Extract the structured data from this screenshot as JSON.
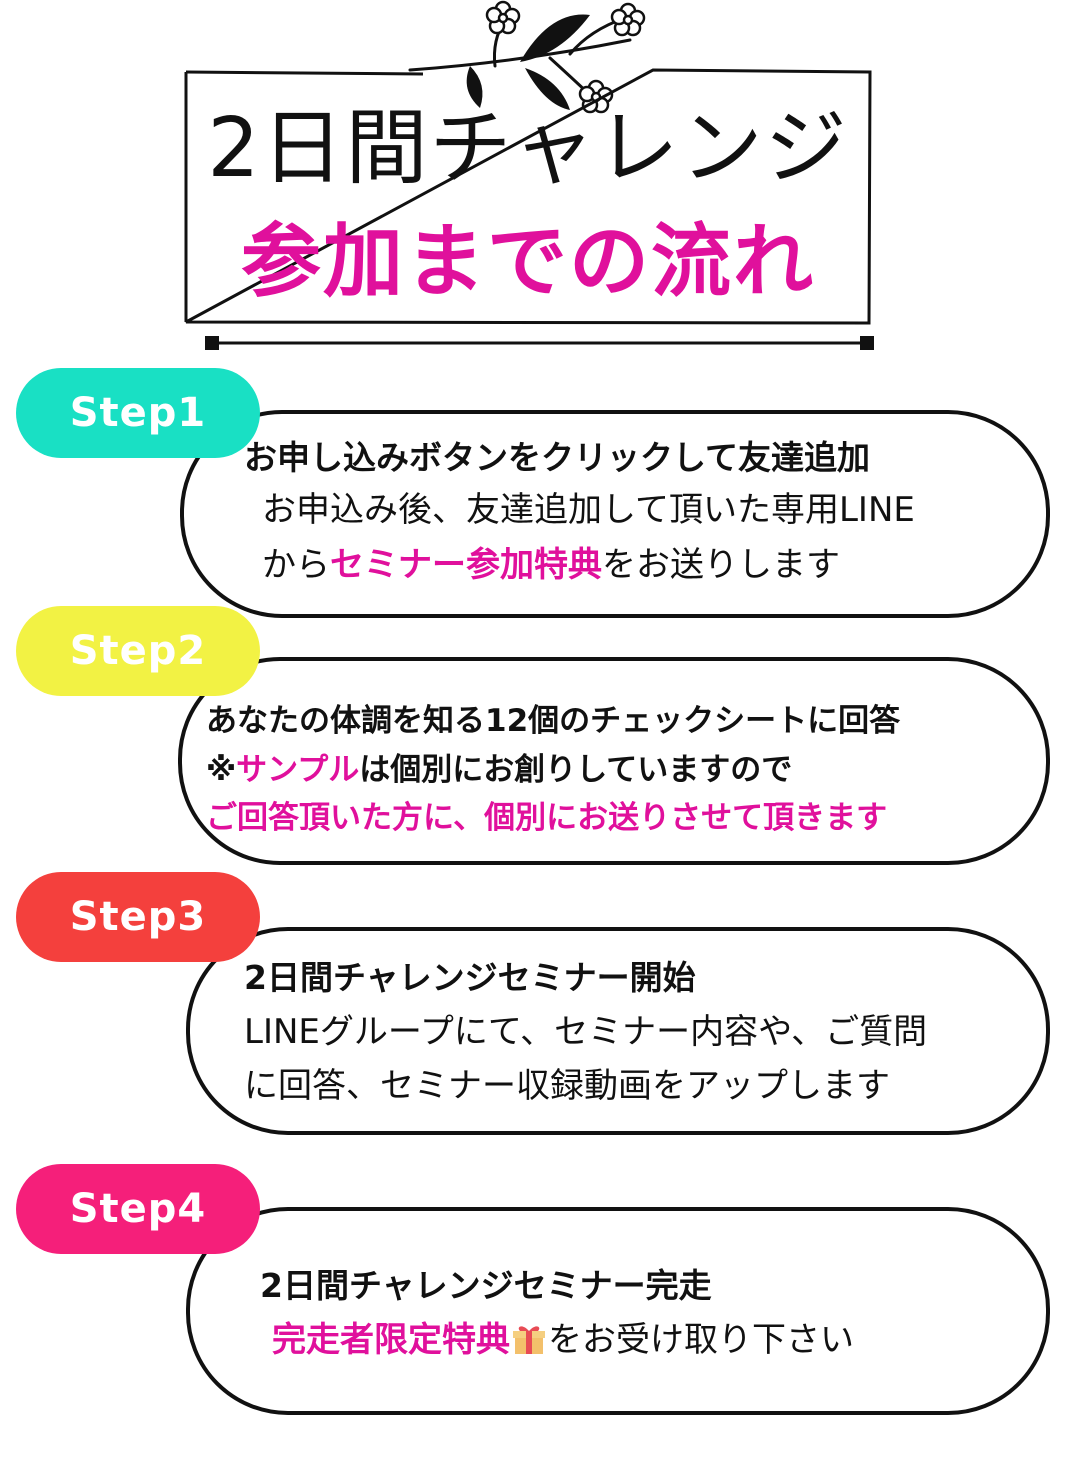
{
  "title": {
    "line1": "2日間チャレンジ",
    "line2": "参加までの流れ"
  },
  "colors": {
    "pink": "#e0109c",
    "step1": "#19e0c4",
    "step2": "#f2f244",
    "step3": "#f4403d",
    "step4": "#f51f7a"
  },
  "steps": [
    {
      "label": "Step1",
      "heading": "お申し込みボタンをクリックして友達追加",
      "line1": "お申込み後、友達追加して頂いた専用LINE",
      "line2_pre": "から",
      "line2_highlight": "セミナー参加特典",
      "line2_post": "をお送りします"
    },
    {
      "label": "Step2",
      "heading": "あなたの体調を知る12個のチェックシートに回答",
      "line1_pre": "※",
      "line1_highlight": "サンプル",
      "line1_post": "は個別にお創りしていますので",
      "line2": "ご回答頂いた方に、個別にお送りさせて頂きます"
    },
    {
      "label": "Step3",
      "heading": "2日間チャレンジセミナー開始",
      "line1": "LINEグループにて、セミナー内容や、ご質問",
      "line2": "に回答、セミナー収録動画をアップします"
    },
    {
      "label": "Step4",
      "heading": "2日間チャレンジセミナー完走",
      "line1_highlight": "完走者限定特典",
      "line1_icon": "gift-icon",
      "line1_post": "をお受け取り下さい"
    }
  ]
}
